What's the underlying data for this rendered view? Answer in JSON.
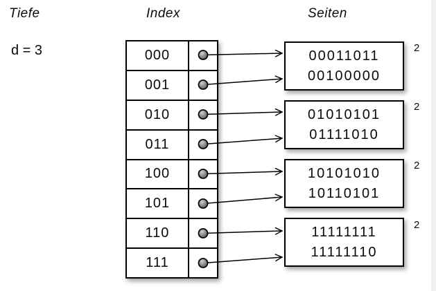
{
  "header": {
    "tiefe_label": "Tiefe",
    "index_label": "Index",
    "seiten_label": "Seiten"
  },
  "depth": {
    "global_depth_label": "d = 3"
  },
  "index_table": {
    "rows": [
      {
        "key": "000"
      },
      {
        "key": "001"
      },
      {
        "key": "010"
      },
      {
        "key": "011"
      },
      {
        "key": "100"
      },
      {
        "key": "101"
      },
      {
        "key": "110"
      },
      {
        "key": "111"
      }
    ]
  },
  "pages": [
    {
      "entries": [
        "00011011",
        "00100000"
      ],
      "local_depth": "2"
    },
    {
      "entries": [
        "01010101",
        "01111010"
      ],
      "local_depth": "2"
    },
    {
      "entries": [
        "10101010",
        "10110101"
      ],
      "local_depth": "2"
    },
    {
      "entries": [
        "11111111",
        "11111110"
      ],
      "local_depth": "2"
    }
  ],
  "links": [
    {
      "from_index": "000",
      "to_page": 1
    },
    {
      "from_index": "001",
      "to_page": 1
    },
    {
      "from_index": "010",
      "to_page": 2
    },
    {
      "from_index": "011",
      "to_page": 2
    },
    {
      "from_index": "100",
      "to_page": 3
    },
    {
      "from_index": "101",
      "to_page": 3
    },
    {
      "from_index": "110",
      "to_page": 4
    },
    {
      "from_index": "111",
      "to_page": 4
    }
  ],
  "colors": {
    "border": "#000000",
    "text": "#0a0a0a",
    "pointer_ball_light": "#cfcfcf",
    "pointer_ball_dark": "#555555",
    "background": "#ffffff",
    "right_edge_strip": "#f1f1f1"
  }
}
